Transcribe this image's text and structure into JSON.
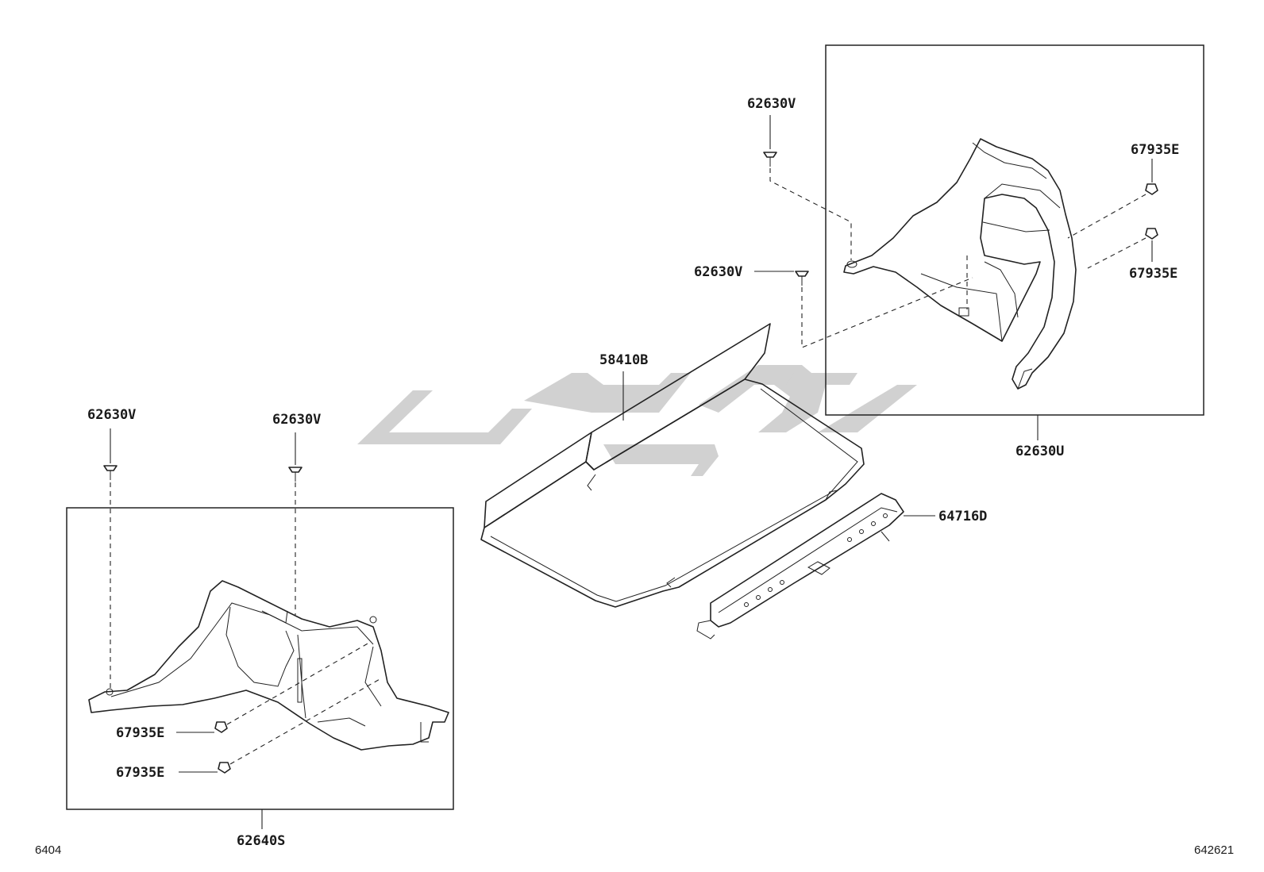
{
  "labels": {
    "clip_left_outer": "62630V",
    "clip_left_inner": "62630V",
    "clip_right_top": "62630V",
    "clip_right_mid": "62630V",
    "nut_right_upper": "67935E",
    "nut_right_lower": "67935E",
    "nut_left_upper": "67935E",
    "nut_left_lower": "67935E",
    "cover_tonneau": "58410B",
    "trim_right": "62630U",
    "trim_left": "62640S",
    "plate_sill": "64716D"
  },
  "page_codes": {
    "left": "6404",
    "right": "642621"
  }
}
